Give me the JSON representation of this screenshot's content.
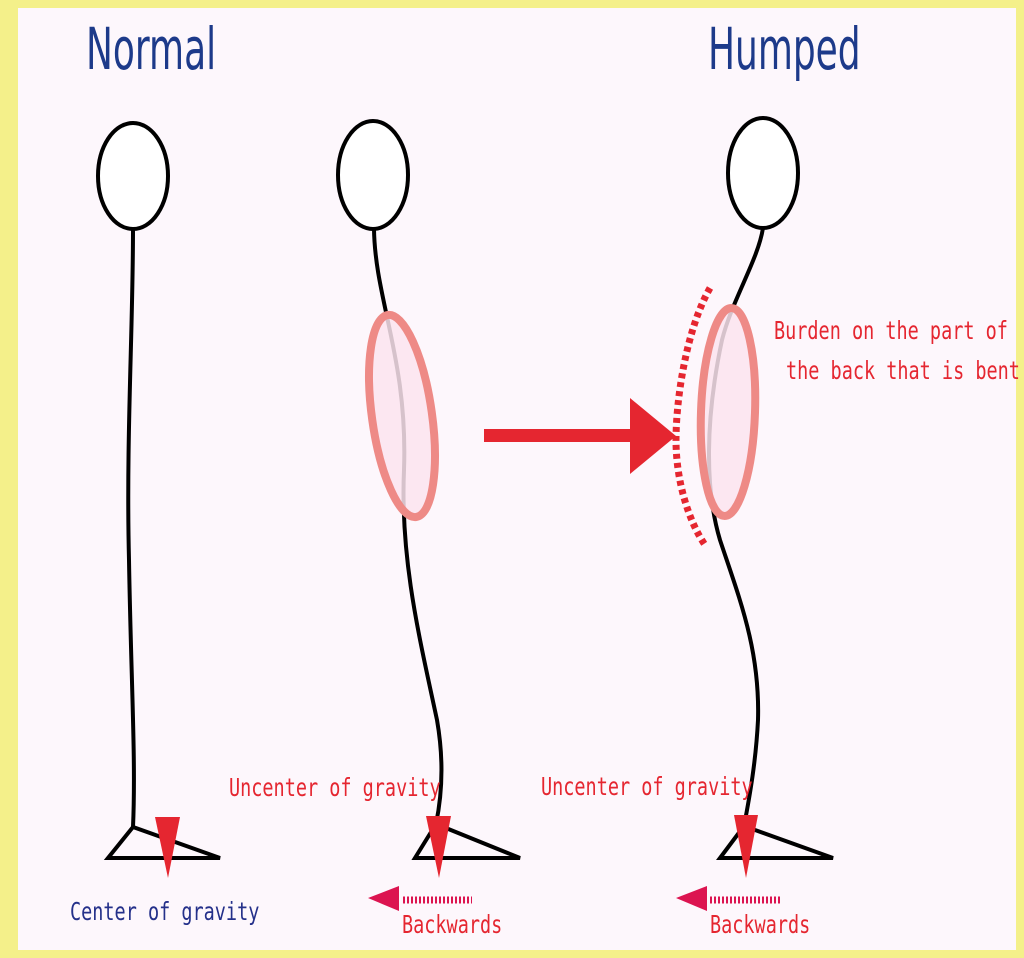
{
  "titles": {
    "normal": "Normal",
    "humped": "Humped"
  },
  "labels": {
    "center_of_gravity": "Center of gravity",
    "uncenter_middle": "Uncenter of gravity",
    "uncenter_right": "Uncenter of gravity",
    "backwards_middle": "Backwards",
    "backwards_right": "Backwards",
    "burden_line1": "Burden on the part of",
    "burden_line2": "the back that is bent"
  },
  "colors": {
    "background": "#f4f08a",
    "panel": "#fdf7fc",
    "title_blue": "#1d3a8a",
    "arrow_red": "#e52630",
    "back_arrow": "#dc1450",
    "highlight_stroke": "#ee8a86",
    "highlight_fill": "#fbe4ee"
  }
}
